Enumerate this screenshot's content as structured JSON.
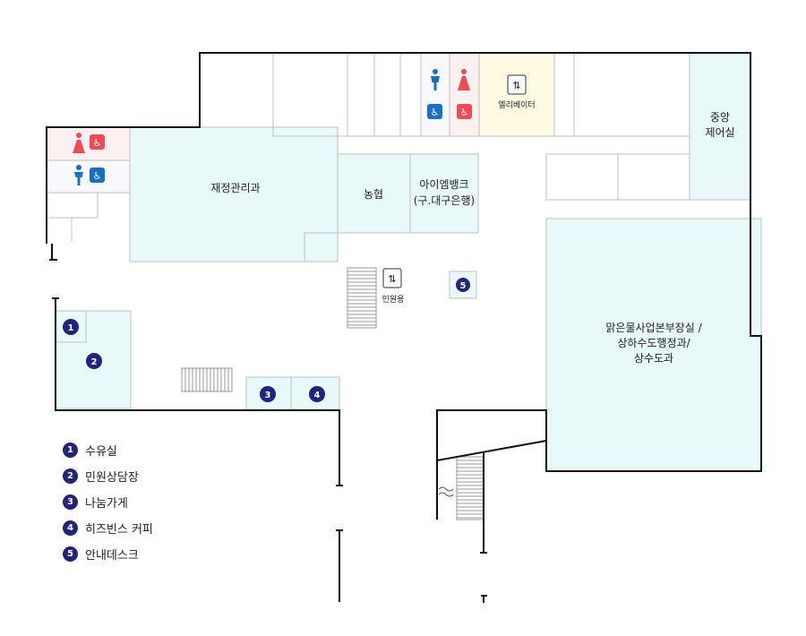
{
  "colors": {
    "wall": "#111111",
    "room_fill": "#e9f8f9",
    "grid_line": "#bfbfbf",
    "badge": "#23237a",
    "men": "#1b6fc1",
    "women": "#ef4a56",
    "elevator_fill": "#fffbe3"
  },
  "rooms": {
    "finance": "재정관리과",
    "nh": "농협",
    "im_bank_1": "아이엠뱅크",
    "im_bank_2": "(구.대구은행)",
    "control_1": "중앙",
    "control_2": "제어실",
    "water_1": "맑은물사업본부장실 /",
    "water_2": "상하수도행정과/",
    "water_3": "상수도과"
  },
  "elevators": {
    "main": "엘리베이터",
    "civil": "민원용"
  },
  "icons": {
    "elevator": "⇅",
    "wheelchair": "♿"
  },
  "markers": [
    "1",
    "2",
    "3",
    "4",
    "5"
  ],
  "legend": [
    {
      "num": "1",
      "label": "수유실"
    },
    {
      "num": "2",
      "label": "민원상담장"
    },
    {
      "num": "3",
      "label": "나눔가게"
    },
    {
      "num": "4",
      "label": "히즈빈스 커피"
    },
    {
      "num": "5",
      "label": "안내데스크"
    }
  ]
}
